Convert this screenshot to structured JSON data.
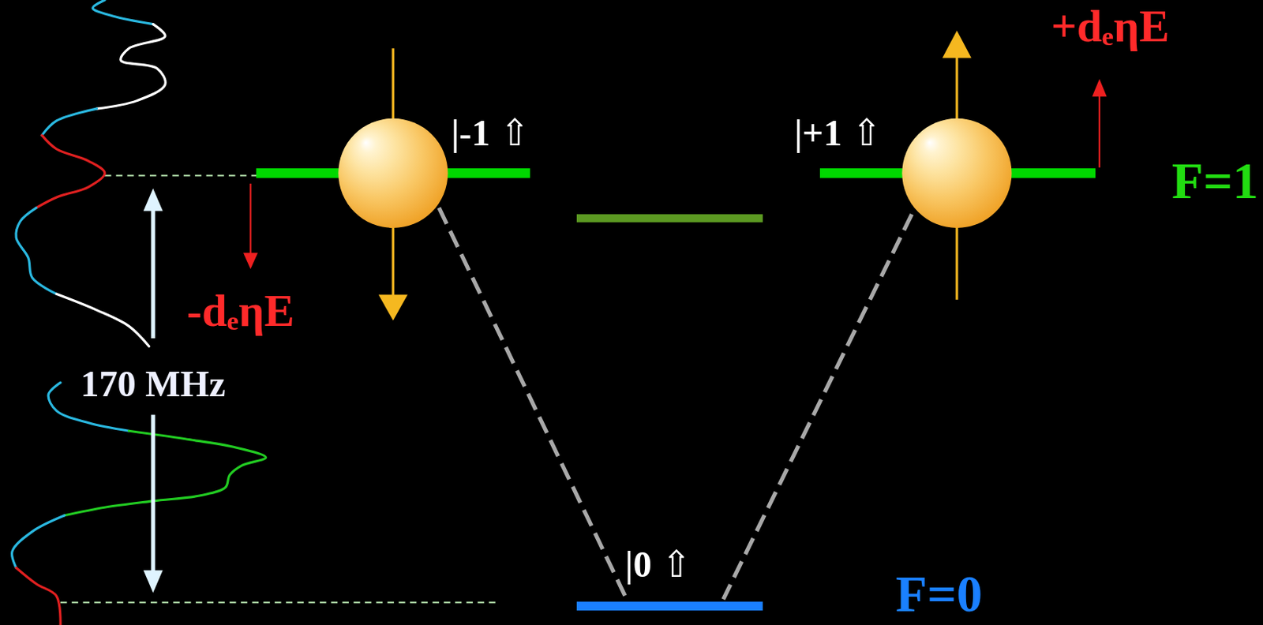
{
  "diagram": {
    "labels": [
      "+dₑηE",
      "|-1 ⇧",
      "|+1 ⇧",
      "F=1",
      "-dₑηE",
      "170 MHz",
      "|0 ⇧",
      "F=0"
    ]
  }
}
